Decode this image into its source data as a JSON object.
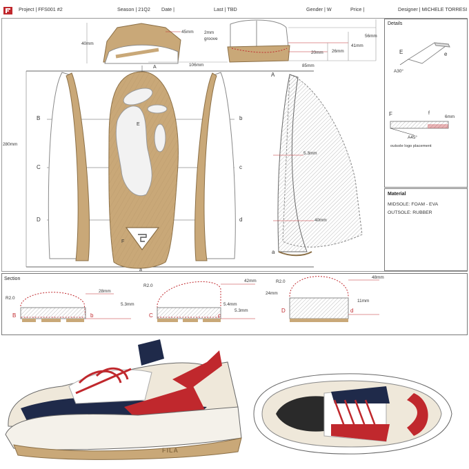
{
  "header": {
    "project": "Project | FFS001 #2",
    "season": "Season | 21Q2",
    "date": "Date |",
    "last": "Last | TBD",
    "gender": "Gender | W",
    "price": "Price |",
    "designer": "Designer | MICHELE TORRESI"
  },
  "dims": {
    "heel_45": "45mm",
    "heel_40": "40mm",
    "heel_106": "106mm",
    "groove": "2mm\ngroove",
    "groove_a": "2mm",
    "groove_b": "groove",
    "toe_56": "56mm",
    "toe_41": "41mm",
    "toe_26": "26mm",
    "toe_20": "20mm",
    "toe_85": "85mm",
    "len_280": "280mm",
    "side_53": "5.3mm",
    "side_40": "40mm"
  },
  "markers": {
    "A_top": "A",
    "a_bot": "a",
    "B": "B",
    "b": "b",
    "C": "C",
    "c": "c",
    "D": "D",
    "d": "d",
    "E": "E",
    "F": "F",
    "A_side": "A",
    "a_side": "a"
  },
  "details": {
    "title": "Details",
    "E": "E",
    "e": "e",
    "angle_e": "A30°",
    "F": "F",
    "f": "f",
    "depth": "6mm",
    "angle_f": "A45°",
    "note": "outsole logo placement"
  },
  "material": {
    "title": "Material",
    "midsole": "MIDSOLE: FOAM - EVA",
    "outsole": "OUTSOLE: RUBBER"
  },
  "section": {
    "title": "Section",
    "s1": {
      "radius": "R2.0",
      "h": "28mm",
      "w": "5.3mm",
      "L": "B",
      "l": "b"
    },
    "s2": {
      "radius": "R2.0",
      "h": "42mm",
      "w1": "5.4mm",
      "w2": "5.3mm",
      "L": "C",
      "l": "c"
    },
    "s3": {
      "radius": "R2.0",
      "h": "48mm",
      "h2": "24mm",
      "h3": "11mm",
      "L": "D",
      "l": "d"
    }
  },
  "brand": {
    "sole_logo": "FILA"
  },
  "colors": {
    "tan": "#c9a878",
    "tan_dark": "#a88a5c",
    "navy": "#1f2a4a",
    "red": "#c0282d",
    "cream": "#efe8da",
    "line": "#777777"
  }
}
